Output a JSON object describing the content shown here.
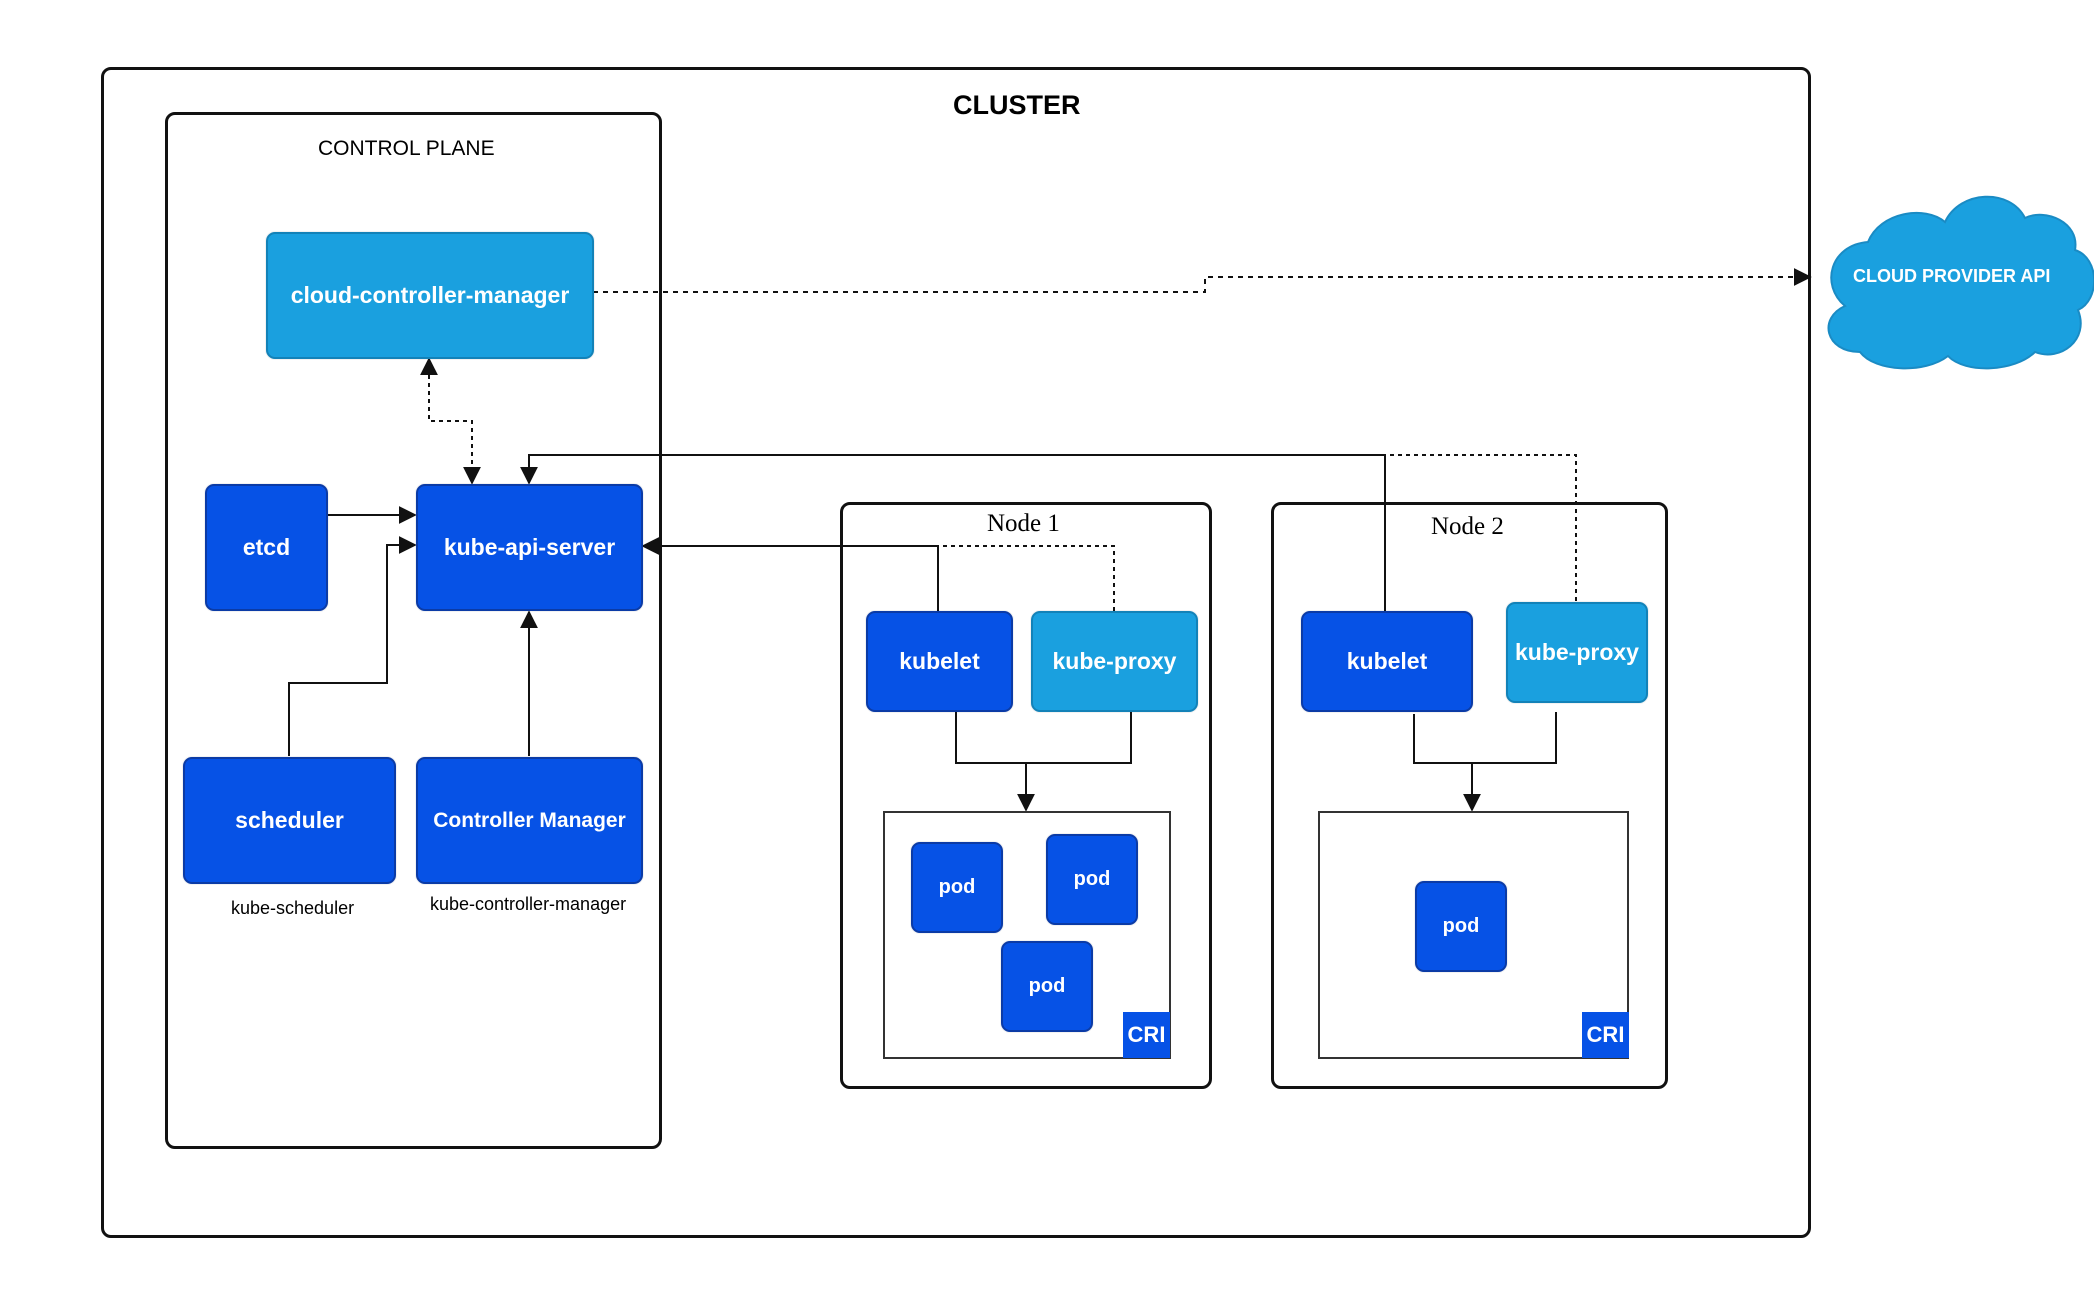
{
  "cluster": {
    "title": "CLUSTER"
  },
  "control_plane": {
    "title": "CONTROL PLANE",
    "components": {
      "cloud_controller_manager": "cloud-controller-manager",
      "etcd": "etcd",
      "kube_api_server": "kube-api-server",
      "scheduler": "scheduler",
      "scheduler_caption": "kube-scheduler",
      "controller_manager": "Controller Manager",
      "controller_manager_caption": "kube-controller-manager"
    }
  },
  "nodes": [
    {
      "title": "Node 1",
      "kubelet": "kubelet",
      "kube_proxy": "kube-proxy",
      "runtime": "CRI",
      "pods": [
        "pod",
        "pod",
        "pod"
      ]
    },
    {
      "title": "Node 2",
      "kubelet": "kubelet",
      "kube_proxy": "kube-proxy",
      "runtime": "CRI",
      "pods": [
        "pod"
      ]
    }
  ],
  "cloud": {
    "label": "CLOUD PROVIDER API"
  },
  "colors": {
    "component_dark": "#0652e6",
    "component_light": "#1aa0df",
    "frame_border": "#111111",
    "connector": "#111111"
  }
}
